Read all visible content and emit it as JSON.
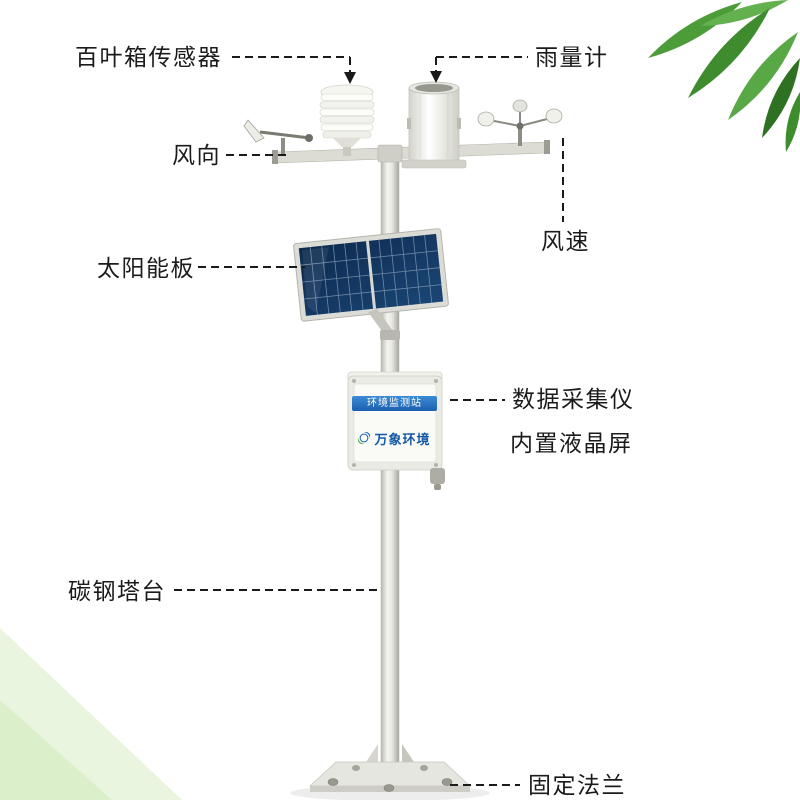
{
  "labels": {
    "louver_sensor": "百叶箱传感器",
    "rain_gauge": "雨量计",
    "wind_direction": "风向",
    "wind_speed": "风速",
    "solar_panel": "太阳能板",
    "data_logger": "数据采集仪",
    "lcd_screen": "内置液晶屏",
    "tower": "碳钢塔台",
    "flange": "固定法兰"
  },
  "device": {
    "enclosure_header": "环境监测站",
    "brand": "万象环境"
  },
  "colors": {
    "enclosure_header_blue": "#2b72c4",
    "brand_blue": "#1459a8",
    "leaf_green": "#4c9c3a",
    "corner_light_green": "#eaf5df",
    "leader_line": "#1a1a1a",
    "solar_panel_blue": "#12365f"
  }
}
